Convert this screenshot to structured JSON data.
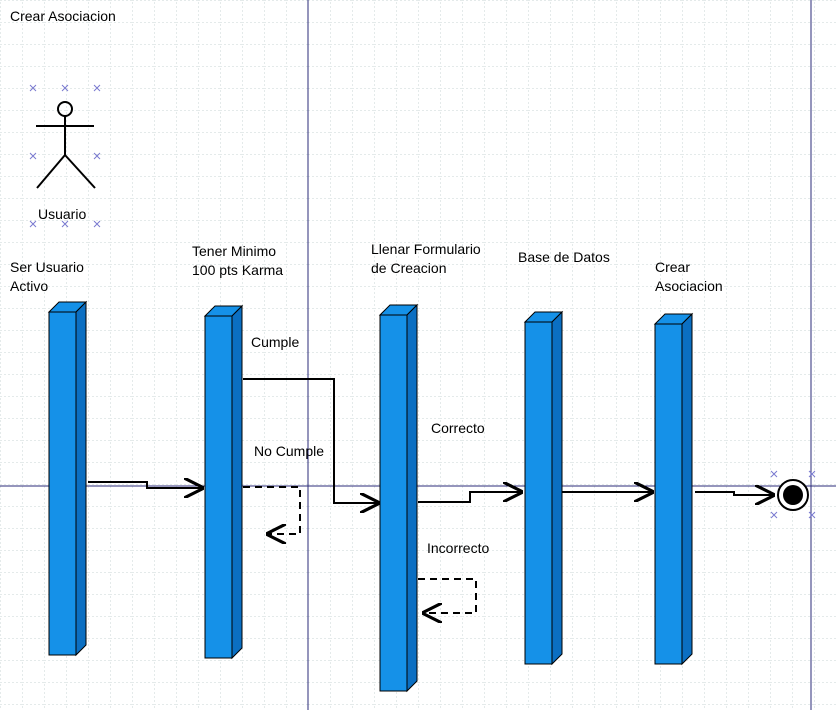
{
  "diagram": {
    "title": "Crear Asociacion",
    "actor": {
      "label": "Usuario"
    },
    "lifelines": [
      {
        "id": "ser-usuario-activo",
        "label": "Ser Usuario\nActivo"
      },
      {
        "id": "tener-minimo",
        "label": "Tener Minimo\n100 pts Karma"
      },
      {
        "id": "llenar-formulario",
        "label": "Llenar Formulario\nde Creacion"
      },
      {
        "id": "base-de-datos",
        "label": "Base de Datos"
      },
      {
        "id": "crear-asociacion",
        "label": "Crear\nAsociacion"
      }
    ],
    "messages": {
      "cumple": "Cumple",
      "no_cumple": "No Cumple",
      "correcto": "Correcto",
      "incorrecto": "Incorrecto"
    },
    "colors": {
      "bar_fill": "#1591e8",
      "bar_dark": "#0b6fc2",
      "grid": "#c9d6d6",
      "frame_line": "#2b2b7a"
    }
  }
}
